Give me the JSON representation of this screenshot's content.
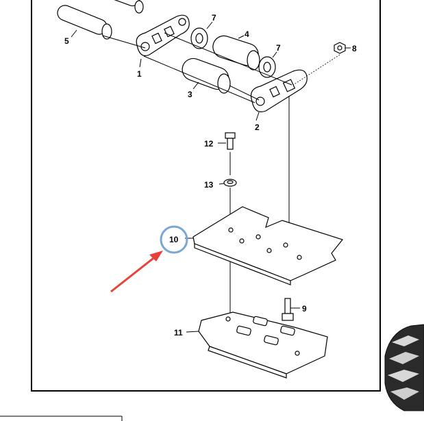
{
  "callouts": {
    "c1": "1",
    "c2": "2",
    "c3": "3",
    "c4": "4",
    "c5": "5",
    "c7a": "7",
    "c7b": "7",
    "c8": "8",
    "c9": "9",
    "c10": "10",
    "c11": "11",
    "c12": "12",
    "c13": "13"
  },
  "highlight": {
    "circle_color": "#7aa6d6",
    "arrow_color": "#e8403a",
    "target_callout": "10"
  }
}
